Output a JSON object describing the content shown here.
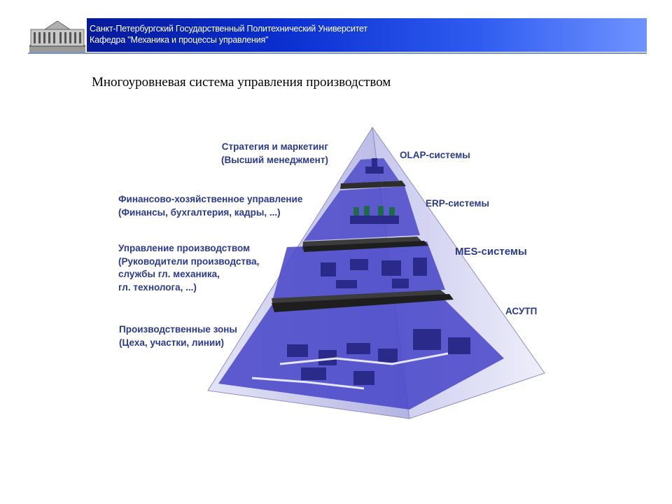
{
  "header": {
    "line1": "Санкт-Петербургский Государственный Политехнический Университет",
    "line2": "Кафедра \"Механика и процессы управления\""
  },
  "title": "Многоуровневая система управления производством",
  "levels": [
    {
      "line1": "Стратегия и маркетинг",
      "line2": "(Высший менеджмент)",
      "system": "OLAP-системы"
    },
    {
      "line1": "Финансово-хозяйственное управление",
      "line2": "(Финансы, бухгалтерия, кадры, ...)",
      "system": "ERP-системы"
    },
    {
      "line1": "Управление производством",
      "line2": "(Руководители производства,",
      "line3": "службы гл. механика,",
      "line4": "гл. технолога, ...)",
      "system": "MES-системы"
    },
    {
      "line1": "Производственные зоны",
      "line2": "(Цеха, участки, линии)",
      "system": "АСУТП"
    }
  ],
  "colors": {
    "banner": "#0a2fd0",
    "label": "#2a3a8e",
    "floor": "#4a48c8",
    "glass": "#c9c9ee",
    "slab": "#3c3c3c"
  }
}
